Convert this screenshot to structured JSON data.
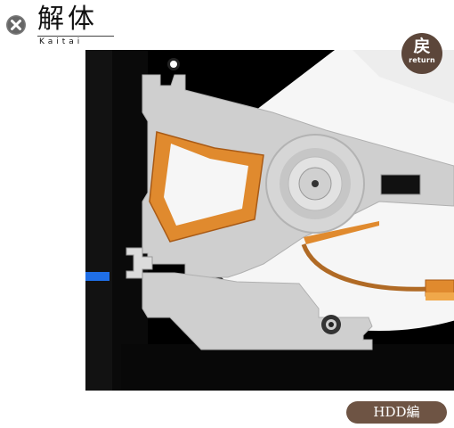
{
  "header": {
    "title": "解体",
    "subtitle": "Kaitai",
    "close_icon": "close-icon"
  },
  "return_button": {
    "kanji": "戻",
    "label": "return"
  },
  "section_button": {
    "label": "HDD編"
  },
  "colors": {
    "background": "#ffffff",
    "stage_background": "#000000",
    "arm": "#cfcfcf",
    "arm_orange": "#e08a2e",
    "platter": "#f4f4f4",
    "button_brown": "#5c463a",
    "pill_brown": "#6e5444",
    "marker_blue": "#1f6ee6"
  }
}
